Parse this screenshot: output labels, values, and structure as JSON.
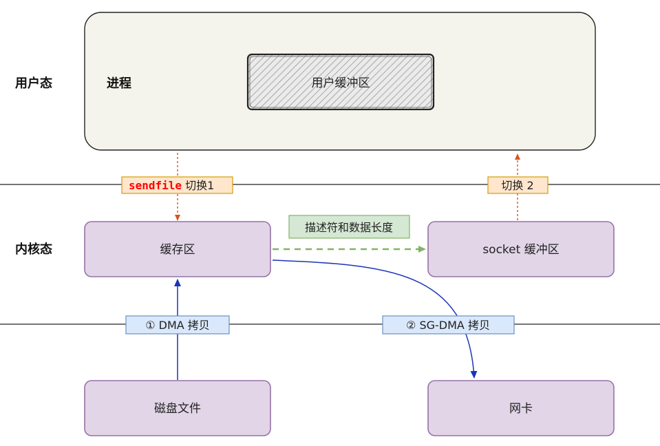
{
  "labels": {
    "user_mode": "用户态",
    "kernel_mode": "内核态",
    "process": "进程",
    "user_buffer": "用户缓冲区",
    "cache_buffer": "缓存区",
    "socket_buffer": "socket 缓冲区",
    "disk_file": "磁盘文件",
    "nic": "网卡",
    "switch1_keyword": "sendfile",
    "switch1_rest": " 切换1",
    "switch2": "切换 2",
    "descriptor": "描述符和数据长度",
    "dma_copy": "① DMA 拷贝",
    "sg_dma_copy": "② SG-DMA 拷贝"
  },
  "colors": {
    "process_fill": "#f5f4ec",
    "box_fill": "#e1d5e7",
    "box_stroke": "#9673a6",
    "switch_tag_fill": "#ffe6cc",
    "switch_tag_stroke": "#d79b00",
    "copy_tag_fill": "#dae8fc",
    "copy_tag_stroke": "#6c8ebf",
    "descriptor_fill": "#d5e8d4",
    "descriptor_stroke": "#82b366",
    "switch_arrow": "#d9531e",
    "descriptor_arrow": "#82b366",
    "dma_arrow": "#1a34b8",
    "keyword": "#ff0000"
  }
}
